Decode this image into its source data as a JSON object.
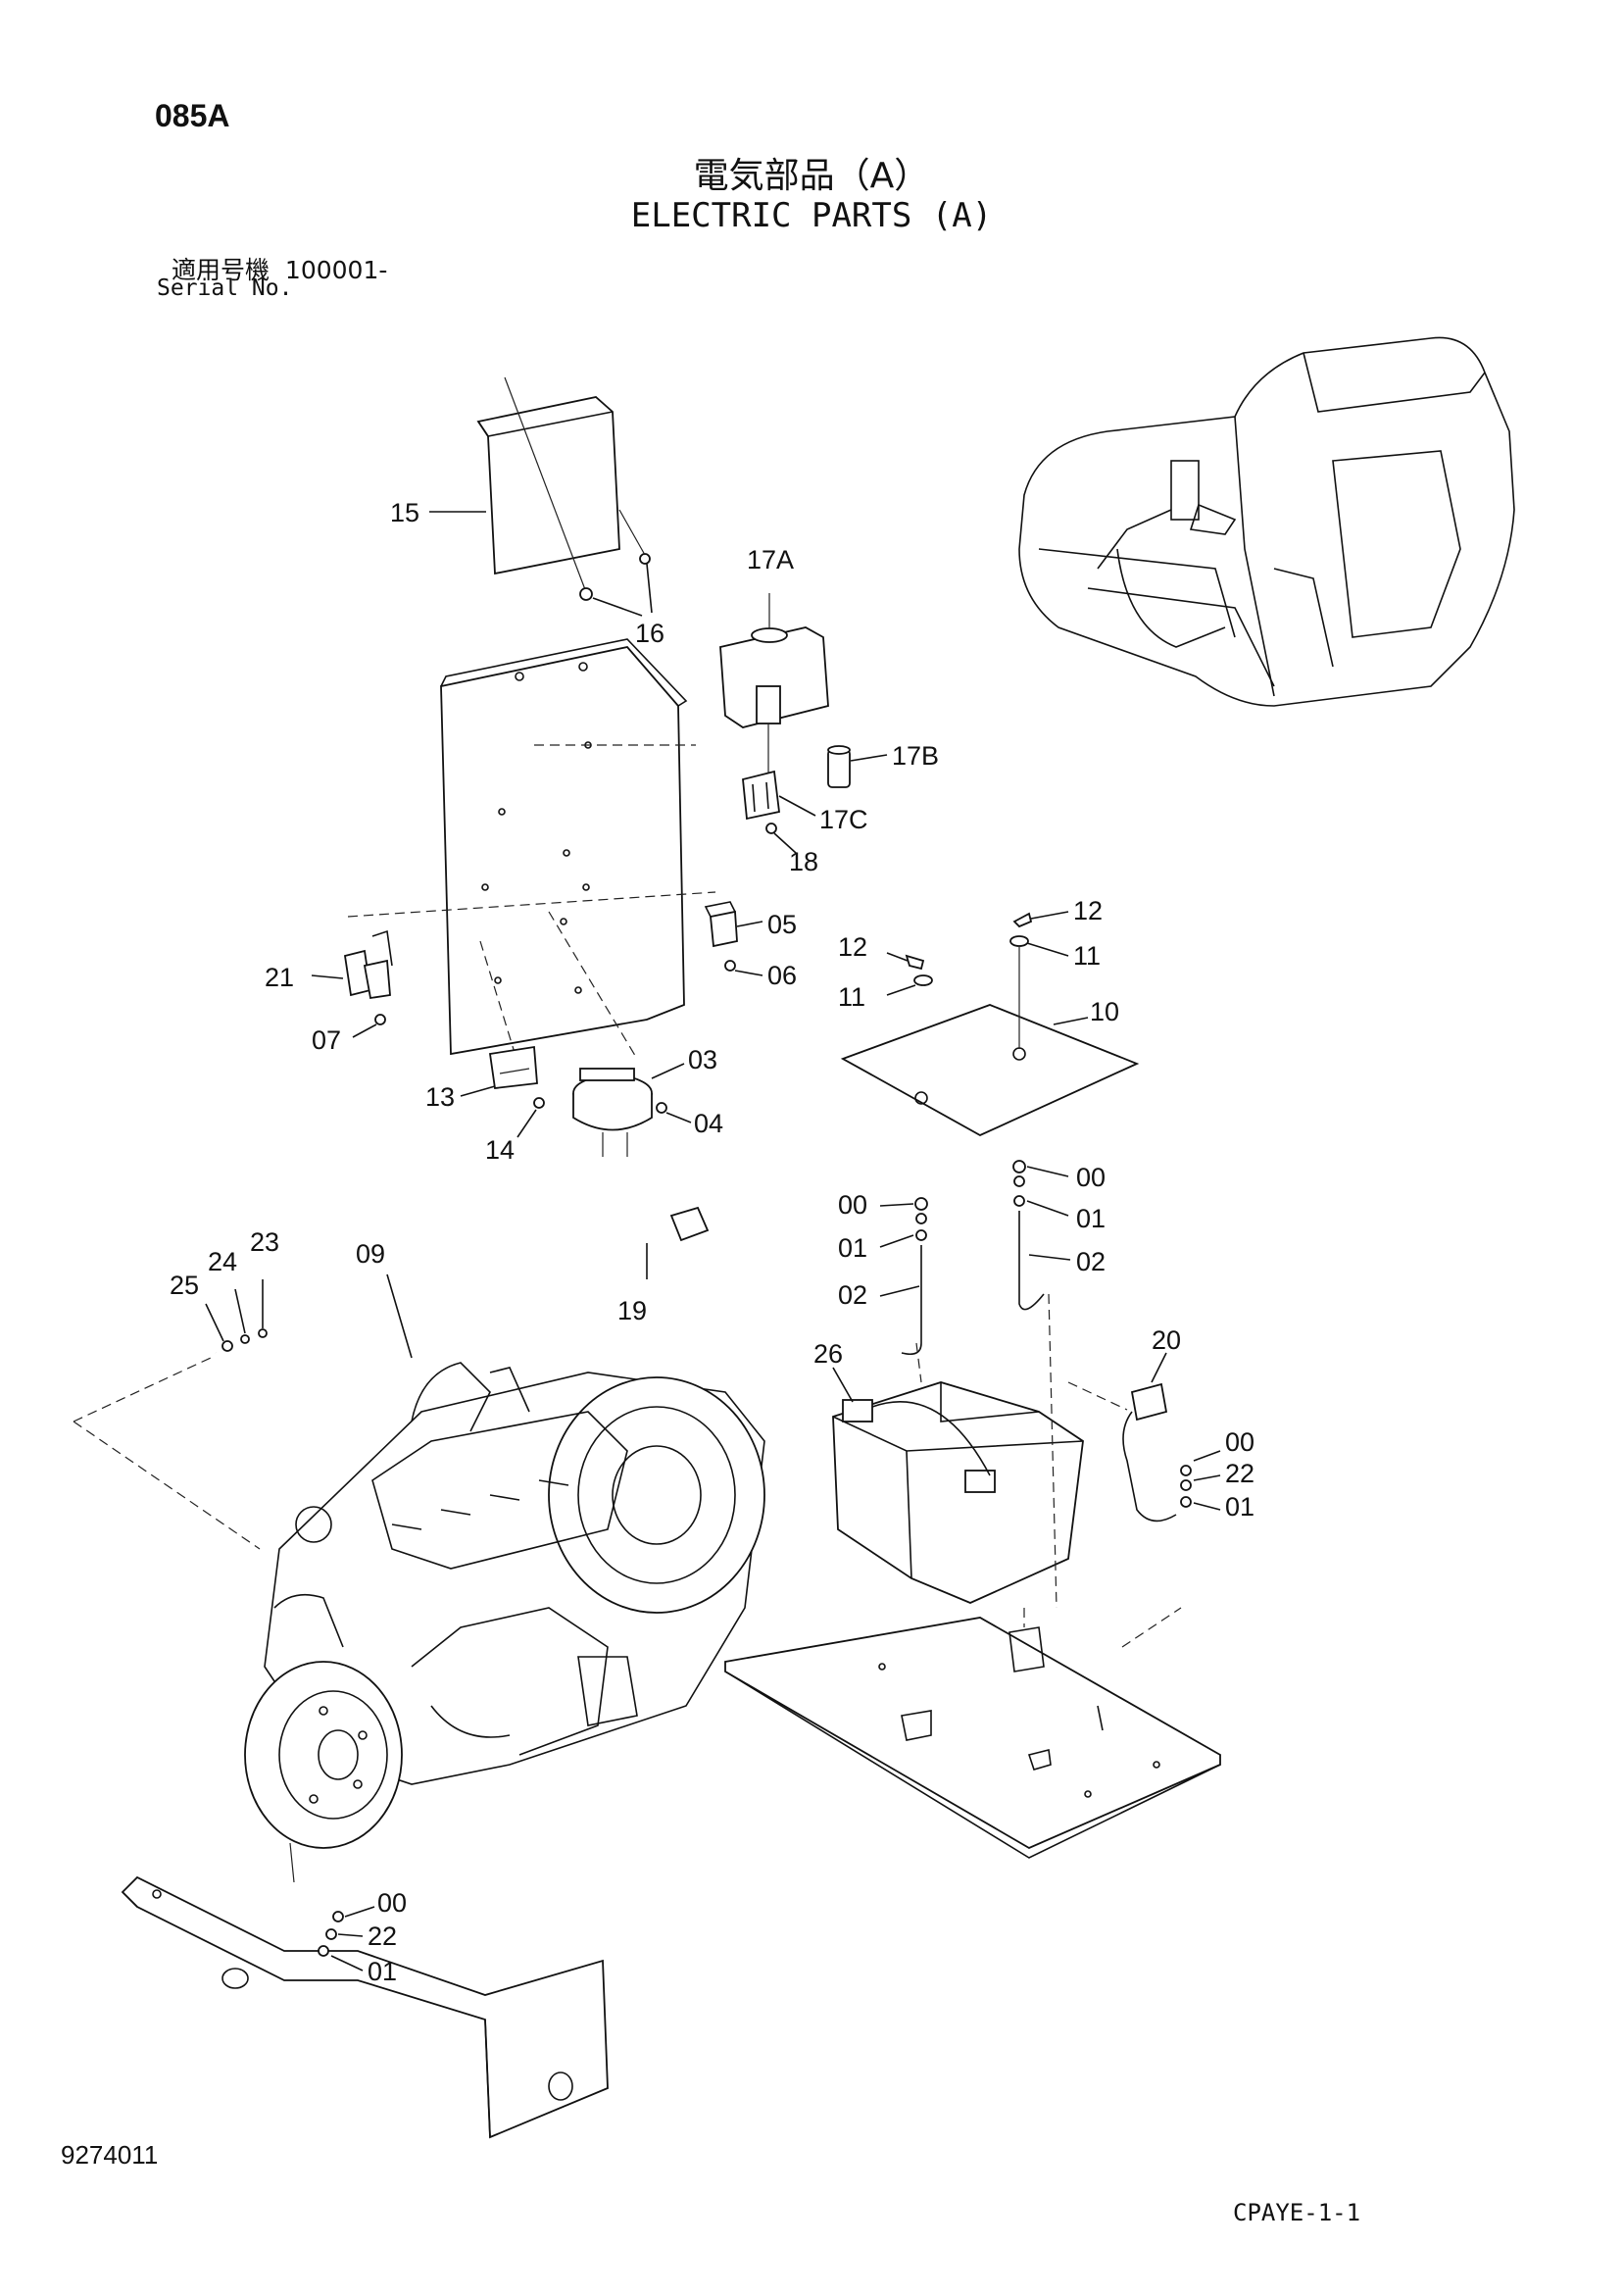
{
  "page_code": "085A",
  "title_jp": "電気部品（A）",
  "title_en": "ELECTRIC PARTS (A)",
  "serial": {
    "label_jp": "適用号機",
    "label_en": "Serial No.",
    "value": "100001-"
  },
  "doc_number": "9274011",
  "catalog_code": "CPAYE-1-1",
  "callouts": {
    "c15": "15",
    "c16": "16",
    "c17A": "17A",
    "c17B": "17B",
    "c17C": "17C",
    "c18": "18",
    "c12a": "12",
    "c11a": "11",
    "c12b": "12",
    "c11b": "11",
    "c10": "10",
    "c05": "05",
    "c06": "06",
    "c21": "21",
    "c07": "07",
    "c03": "03",
    "c04": "04",
    "c13": "13",
    "c14": "14",
    "c00a": "00",
    "c01a": "01",
    "c02a": "02",
    "c00b": "00",
    "c01b": "01",
    "c02b": "02",
    "c23": "23",
    "c24": "24",
    "c25": "25",
    "c09": "09",
    "c19": "19",
    "c26": "26",
    "c20": "20",
    "c00c": "00",
    "c22a": "22",
    "c01c": "01",
    "c00d": "00",
    "c22b": "22",
    "c01d": "01"
  }
}
